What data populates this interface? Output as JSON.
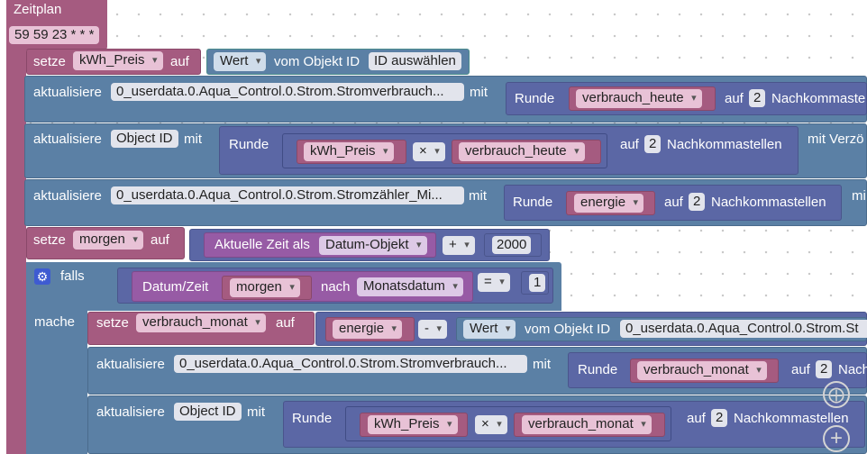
{
  "trigger": {
    "title": "Zeitplan",
    "cron": "59 59 23 * * *"
  },
  "row1": {
    "kw_setze": "setze",
    "var": "kWh_Preis",
    "kw_auf": "auf",
    "wert": "Wert",
    "kw_vom": "vom Objekt ID",
    "id": "ID auswählen"
  },
  "row2": {
    "kw_akt": "aktualisiere",
    "id": "0_userdata.0.Aqua_Control.0.Strom.Stromverbrauch...",
    "kw_mit": "mit",
    "kw_runde": "Runde",
    "var": "verbrauch_heute",
    "kw_auf": "auf",
    "dec": "2",
    "kw_nach": "Nachkommaste"
  },
  "row3": {
    "kw_akt": "aktualisiere",
    "id": "Object ID",
    "kw_mit": "mit",
    "kw_runde": "Runde",
    "var1": "kWh_Preis",
    "op": "×",
    "var2": "verbrauch_heute",
    "kw_auf": "auf",
    "dec": "2",
    "kw_nach": "Nachkommastellen",
    "kw_verz": "mit Verzö"
  },
  "row4": {
    "kw_akt": "aktualisiere",
    "id": "0_userdata.0.Aqua_Control.0.Strom.Stromzähler_Mi...",
    "kw_mit": "mit",
    "kw_runde": "Runde",
    "var": "energie",
    "kw_auf": "auf",
    "dec": "2",
    "kw_nach": "Nachkommastellen",
    "kw_mi": "mi"
  },
  "row5": {
    "kw_setze": "setze",
    "var": "morgen",
    "kw_auf": "auf",
    "kw_zeit": "Aktuelle Zeit als",
    "fmt": "Datum-Objekt",
    "op": "+",
    "num": "2000"
  },
  "row6": {
    "kw_falls": "falls",
    "kw_datum": "Datum/Zeit",
    "var": "morgen",
    "kw_nach": "nach",
    "unit": "Monatsdatum",
    "op": "=",
    "num": "1"
  },
  "row7": {
    "kw_mache": "mache",
    "kw_setze": "setze",
    "var": "verbrauch_monat",
    "kw_auf": "auf",
    "var2": "energie",
    "op": "-",
    "wert": "Wert",
    "kw_vom": "vom Objekt ID",
    "id": "0_userdata.0.Aqua_Control.0.Strom.St"
  },
  "row8": {
    "kw_akt": "aktualisiere",
    "id": "0_userdata.0.Aqua_Control.0.Strom.Stromverbrauch...",
    "kw_mit": "mit",
    "kw_runde": "Runde",
    "var": "verbrauch_monat",
    "kw_auf": "auf",
    "dec": "2",
    "kw_nach": "Nach"
  },
  "row9": {
    "kw_akt": "aktualisiere",
    "id": "Object ID",
    "kw_mit": "mit",
    "kw_runde": "Runde",
    "var1": "kWh_Preis",
    "op": "×",
    "var2": "verbrauch_monat",
    "kw_auf": "auf",
    "dec": "2",
    "kw_nach": "Nachkommastellen"
  },
  "controls": {
    "zoom_icon": "zoom-in-icon",
    "target_icon": "reset-view-icon"
  }
}
